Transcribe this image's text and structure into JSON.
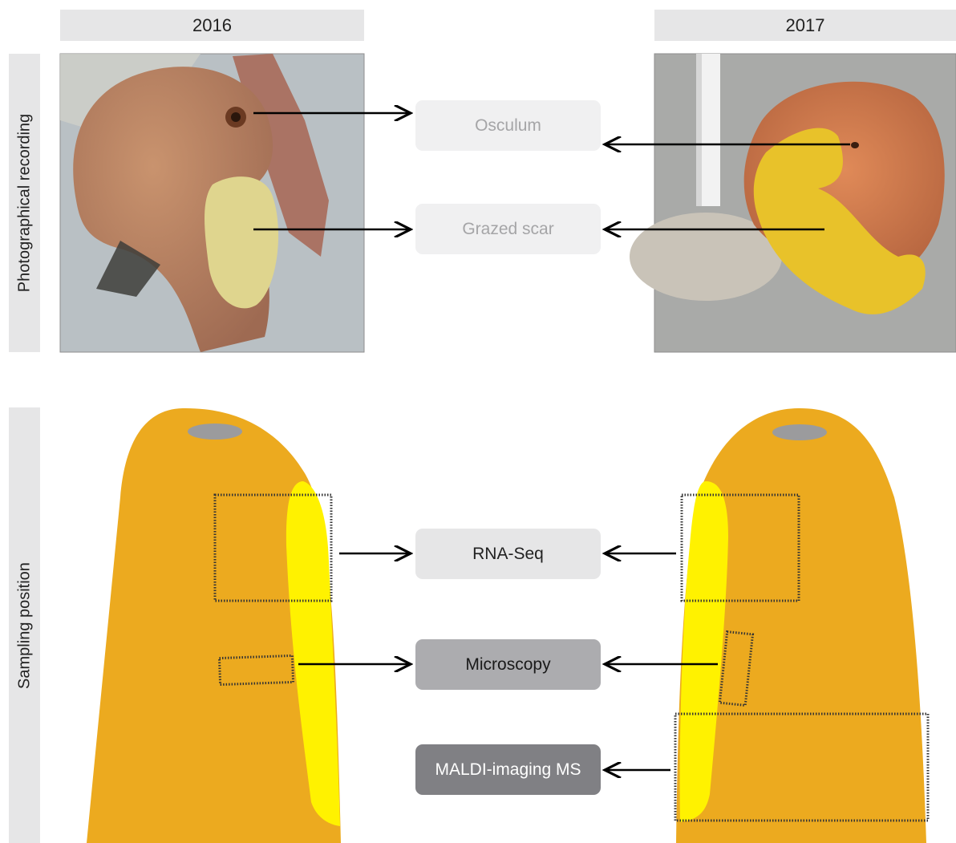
{
  "headers": {
    "left": "2016",
    "right": "2017"
  },
  "rows": {
    "top": "Photographical recording",
    "bottom": "Sampling position"
  },
  "top_boxes": {
    "osculum": "Osculum",
    "grazed_scar": "Grazed scar"
  },
  "bottom_boxes": {
    "rna_seq": "RNA-Seq",
    "microscopy": "Microscopy",
    "maldi": "MALDI-imaging MS"
  },
  "colors": {
    "sponge_orange": "#ecaa1f",
    "scar_yellow": "#fff200",
    "osculum_grey": "#9b9b9d",
    "label_bg": "#e6e6e7"
  }
}
